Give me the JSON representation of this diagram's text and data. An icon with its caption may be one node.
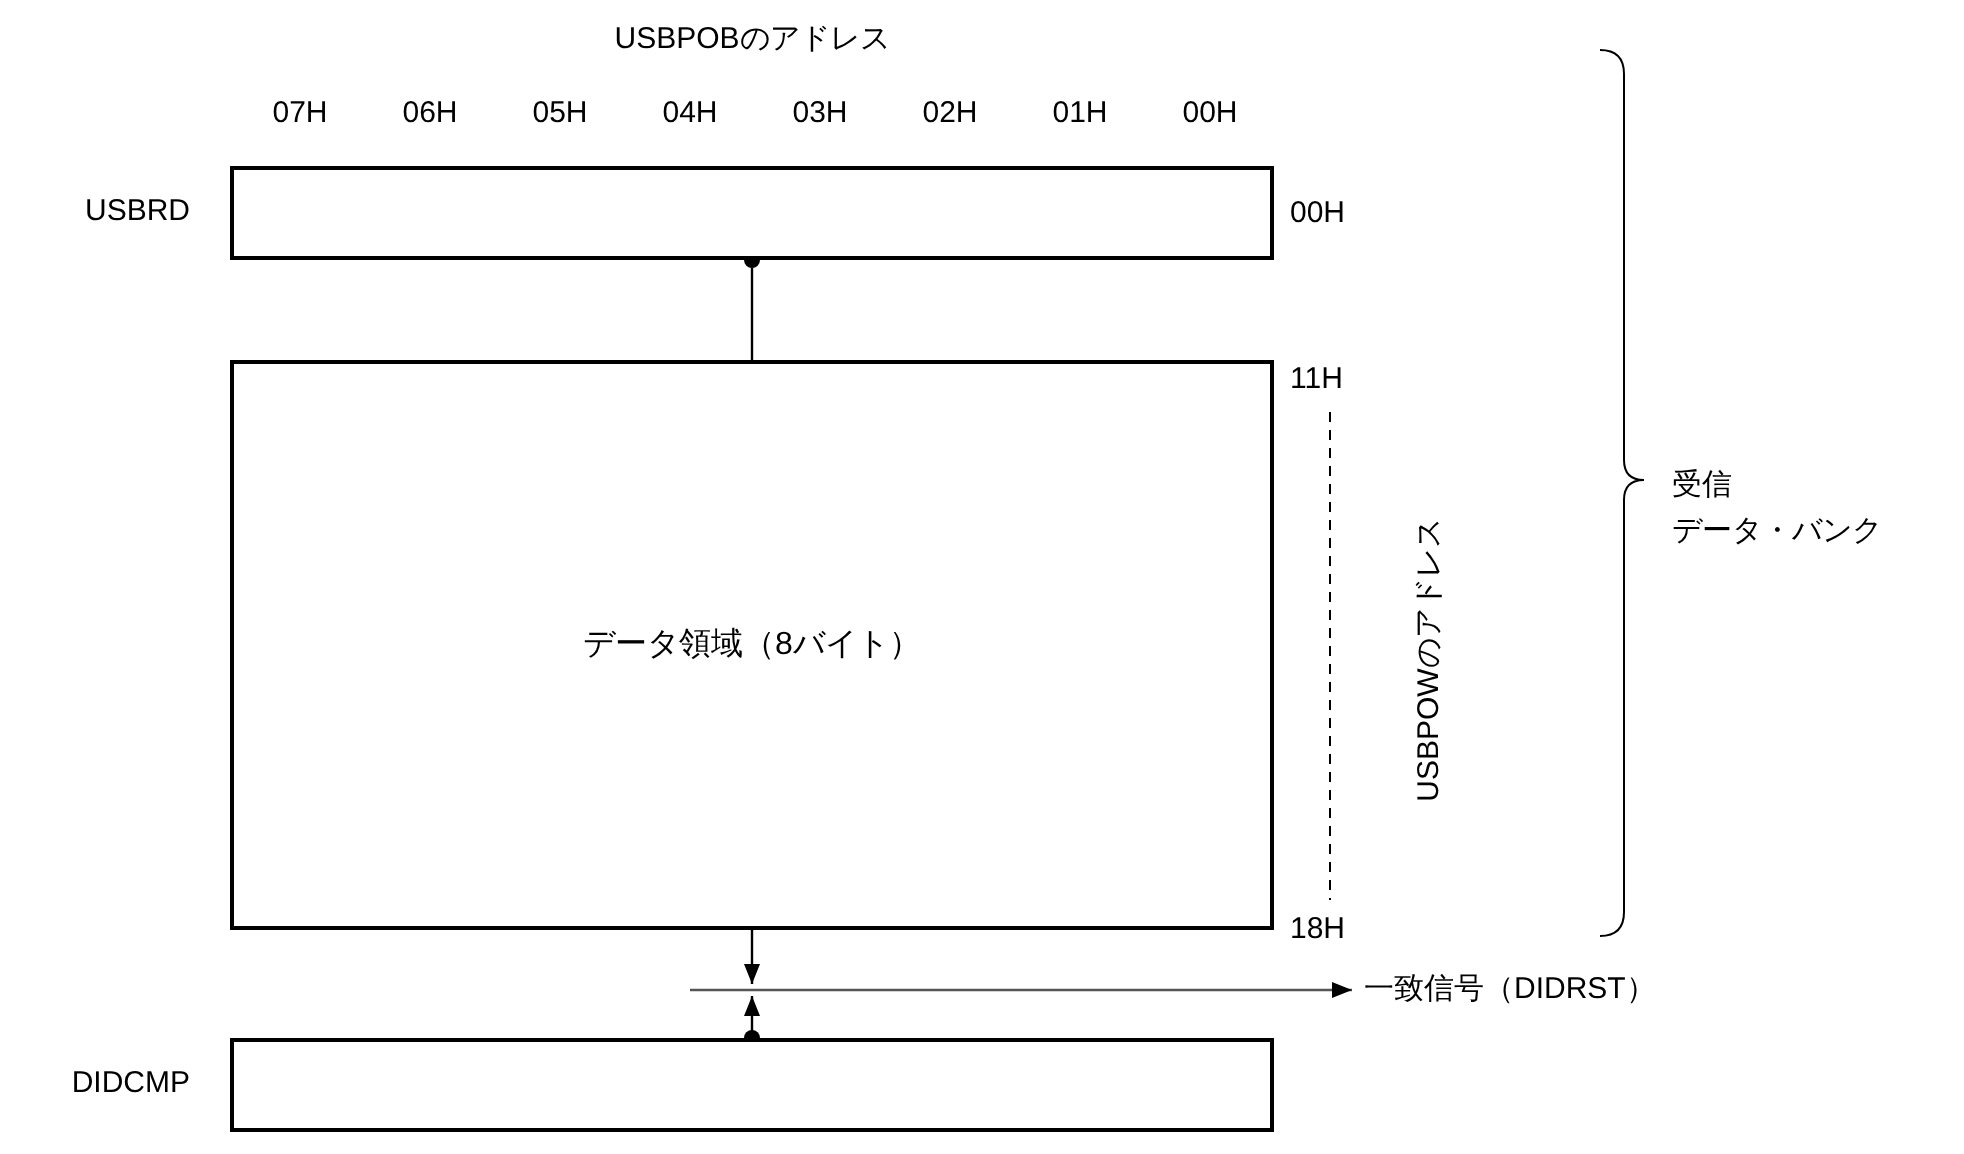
{
  "diagram": {
    "nodes": [
      {
        "text": [
          "USBRD"
        ]
      },
      {
        "text": [
          "データ領域（8バイト）"
        ]
      },
      {
        "text": [
          "DIDCMP"
        ]
      },
      {
        "text": [
          "一致信号（DIDRST）"
        ]
      }
    ],
    "edges": [
      {
        "from": 0,
        "to": 1,
        "arrow": "other"
      },
      {
        "from": null,
        "to": 3,
        "arrow": "to"
      },
      {
        "from": 1,
        "to": null,
        "arrow": "to"
      },
      {
        "from": 2,
        "to": null,
        "arrow": "to"
      }
    ],
    "labels": [
      "USBPOBのアドレス",
      "07H",
      "06H",
      "05H",
      "04H",
      "03H",
      "02H",
      "01H",
      "00H",
      "00H",
      "11H",
      "18H",
      "USBPOWのアドレス",
      "受信",
      "データ・バンク"
    ]
  }
}
